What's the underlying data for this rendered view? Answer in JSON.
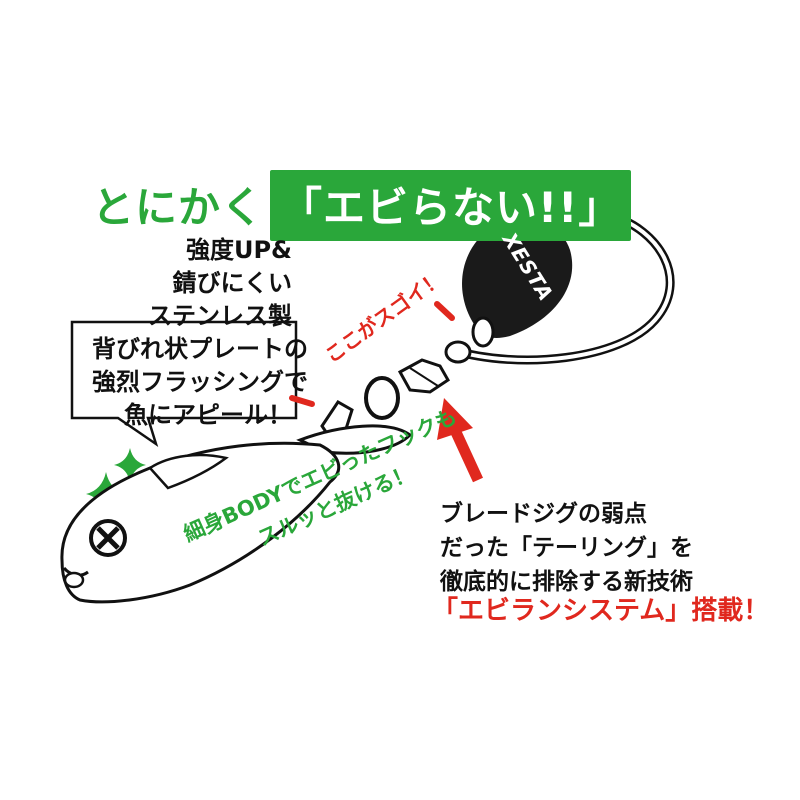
{
  "headline": {
    "prefix": "とにかく",
    "boxed": "「エビらない!!」"
  },
  "speech_bubble": {
    "lines": [
      "強度UP&",
      "錆びにくい",
      "ステンレス製",
      "背びれ状プレートの",
      "強烈フラッシングで",
      "魚にアピール！"
    ]
  },
  "highlight_label": "ここがスゴイ！",
  "green_callout": {
    "lines": [
      "細身BODYでエビったフックも",
      "スルッと抜ける！"
    ]
  },
  "black_callout": {
    "lines": [
      "ブレードジグの弱点",
      "だった「テーリング」を",
      "徹底的に排除する新技術"
    ]
  },
  "red_callout": {
    "main": "「エビランシステム」",
    "suffix": "搭載！"
  },
  "logo": "XESTA",
  "colors": {
    "green": "#2aa73a",
    "red": "#e0281e",
    "black": "#111111",
    "blade": "#1a1a1a"
  }
}
